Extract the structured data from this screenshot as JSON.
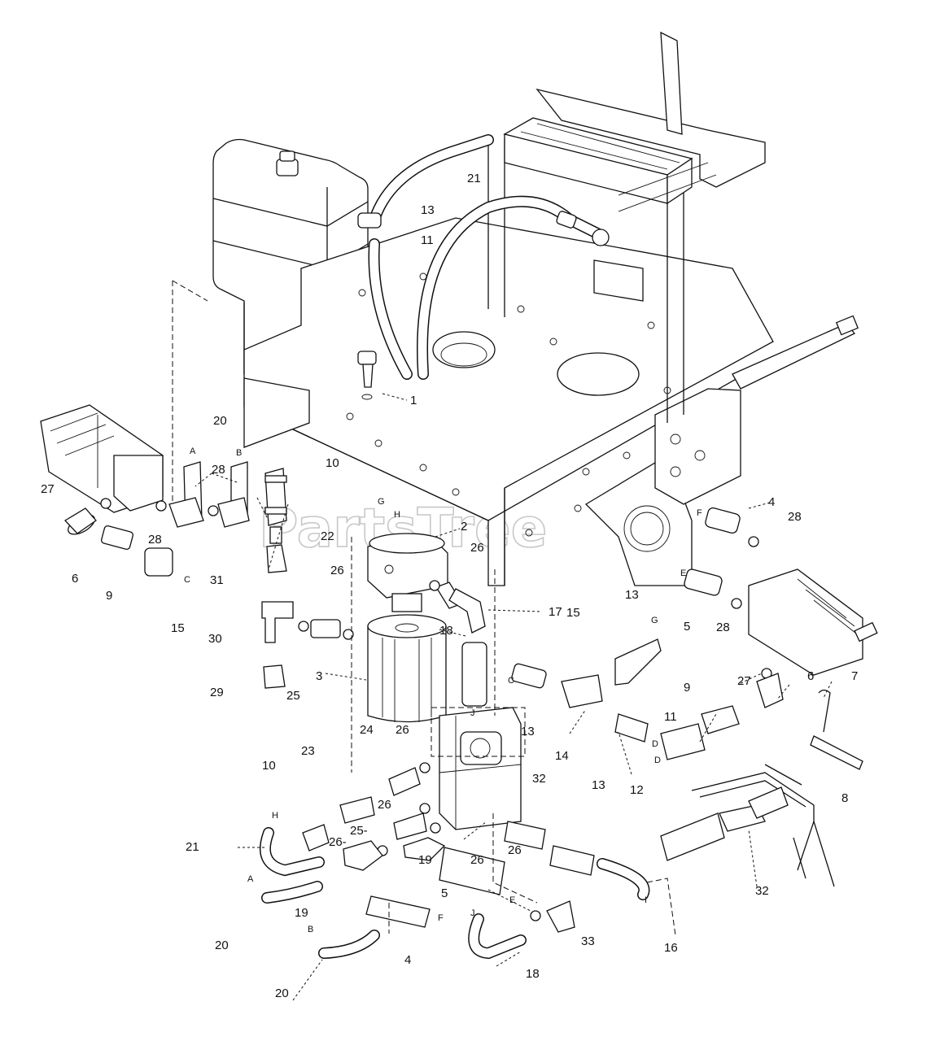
{
  "watermark": "PartsTree",
  "callouts": [
    {
      "id": "c1",
      "text": "1"
    },
    {
      "id": "c2",
      "text": "2"
    },
    {
      "id": "c3",
      "text": "3"
    },
    {
      "id": "c4a",
      "text": "4"
    },
    {
      "id": "c4b",
      "text": "4"
    },
    {
      "id": "c5a",
      "text": "5"
    },
    {
      "id": "c5b",
      "text": "5"
    },
    {
      "id": "c6a",
      "text": "6"
    },
    {
      "id": "c6b",
      "text": "6"
    },
    {
      "id": "c7",
      "text": "7"
    },
    {
      "id": "c8",
      "text": "8"
    },
    {
      "id": "c9a",
      "text": "9"
    },
    {
      "id": "c9b",
      "text": "9"
    },
    {
      "id": "c10a",
      "text": "10"
    },
    {
      "id": "c10b",
      "text": "10"
    },
    {
      "id": "c11a",
      "text": "11"
    },
    {
      "id": "c11b",
      "text": "11"
    },
    {
      "id": "c12",
      "text": "12"
    },
    {
      "id": "c13a",
      "text": "13"
    },
    {
      "id": "c13b",
      "text": "13"
    },
    {
      "id": "c13c",
      "text": "13"
    },
    {
      "id": "c13d",
      "text": "13"
    },
    {
      "id": "c14",
      "text": "14"
    },
    {
      "id": "c15a",
      "text": "15"
    },
    {
      "id": "c15b",
      "text": "15"
    },
    {
      "id": "c16",
      "text": "16"
    },
    {
      "id": "c17",
      "text": "17"
    },
    {
      "id": "c18a",
      "text": "18"
    },
    {
      "id": "c18b",
      "text": "18"
    },
    {
      "id": "c19a",
      "text": "19"
    },
    {
      "id": "c19b",
      "text": "19"
    },
    {
      "id": "c20a",
      "text": "20"
    },
    {
      "id": "c20b",
      "text": "20"
    },
    {
      "id": "c20c",
      "text": "20"
    },
    {
      "id": "c21a",
      "text": "21"
    },
    {
      "id": "c21b",
      "text": "21"
    },
    {
      "id": "c22",
      "text": "22"
    },
    {
      "id": "c23",
      "text": "23"
    },
    {
      "id": "c24",
      "text": "24"
    },
    {
      "id": "c25a",
      "text": "25"
    },
    {
      "id": "c25b",
      "text": "25-"
    },
    {
      "id": "c26a",
      "text": "26"
    },
    {
      "id": "c26b",
      "text": "26"
    },
    {
      "id": "c26c",
      "text": "26"
    },
    {
      "id": "c26d",
      "text": "26"
    },
    {
      "id": "c26e",
      "text": "26-"
    },
    {
      "id": "c26f",
      "text": "26"
    },
    {
      "id": "c26g",
      "text": "26"
    },
    {
      "id": "c27a",
      "text": "27"
    },
    {
      "id": "c27b",
      "text": "27"
    },
    {
      "id": "c28a",
      "text": "28"
    },
    {
      "id": "c28b",
      "text": "28"
    },
    {
      "id": "c28c",
      "text": "28"
    },
    {
      "id": "c28d",
      "text": "28"
    },
    {
      "id": "c29",
      "text": "29"
    },
    {
      "id": "c30",
      "text": "30"
    },
    {
      "id": "c31",
      "text": "31"
    },
    {
      "id": "c32a",
      "text": "32"
    },
    {
      "id": "c32b",
      "text": "32"
    },
    {
      "id": "c33",
      "text": "33"
    }
  ],
  "connector_letters": [
    {
      "id": "A1",
      "text": "A"
    },
    {
      "id": "B1",
      "text": "B"
    },
    {
      "id": "C1",
      "text": "C"
    },
    {
      "id": "C2",
      "text": "C"
    },
    {
      "id": "D1",
      "text": "D"
    },
    {
      "id": "D2",
      "text": "D"
    },
    {
      "id": "E1",
      "text": "E"
    },
    {
      "id": "E2",
      "text": "E"
    },
    {
      "id": "F1",
      "text": "F"
    },
    {
      "id": "F2",
      "text": "F"
    },
    {
      "id": "G1",
      "text": "G"
    },
    {
      "id": "G2",
      "text": "G"
    },
    {
      "id": "H1",
      "text": "H"
    },
    {
      "id": "H2",
      "text": "H"
    },
    {
      "id": "I1",
      "text": "I"
    },
    {
      "id": "J1",
      "text": "J"
    },
    {
      "id": "J2",
      "text": "J"
    },
    {
      "id": "A2",
      "text": "A"
    },
    {
      "id": "B2",
      "text": "B"
    }
  ]
}
